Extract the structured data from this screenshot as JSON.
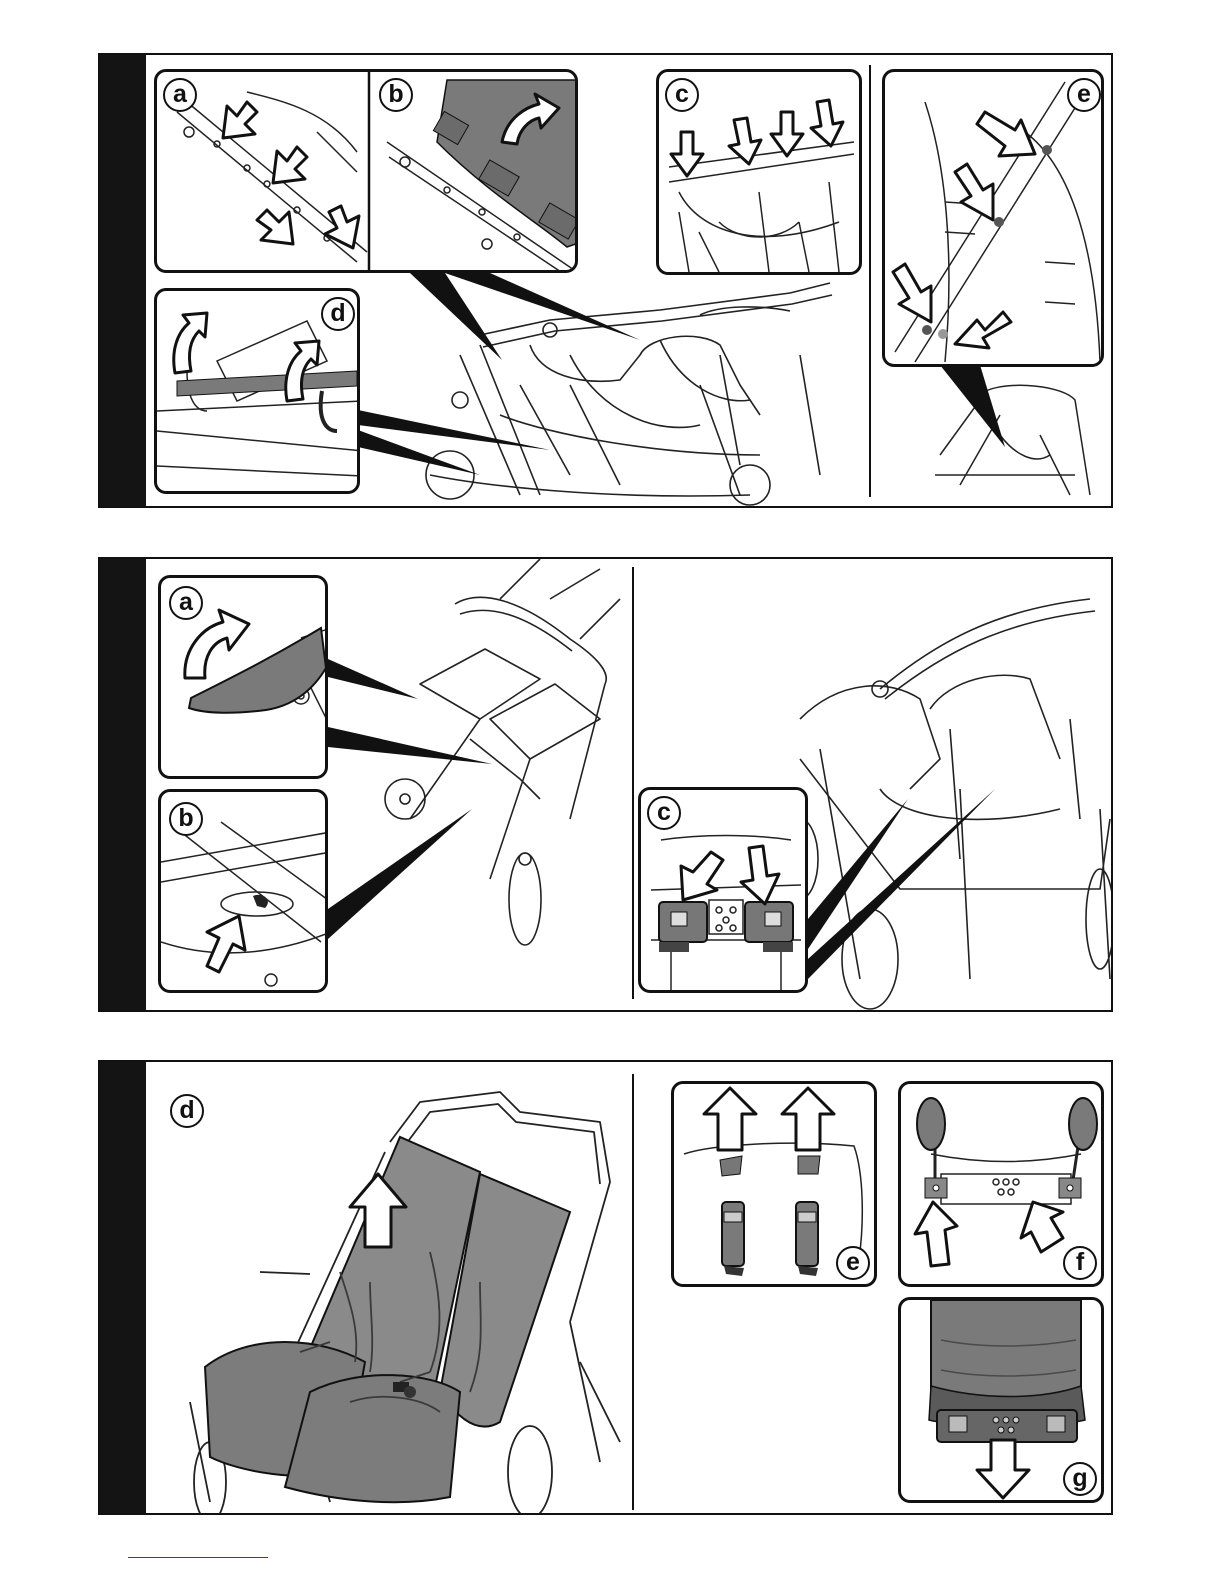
{
  "page": {
    "panels": [
      {
        "id": "step-panel-1",
        "labels": [
          "a",
          "b",
          "c",
          "d",
          "e"
        ]
      },
      {
        "id": "step-panel-2",
        "labels": [
          "a",
          "b",
          "c"
        ]
      },
      {
        "id": "step-panel-3",
        "labels": [
          "d",
          "e",
          "f",
          "g"
        ]
      }
    ]
  },
  "colors": {
    "line": "#111111",
    "fabric_gray": "#8a8a8a",
    "fabric_dark": "#6f6f6f",
    "bar": "#141414",
    "footer_link": "#2b3fa8"
  },
  "icons": [
    "arrow-icon",
    "stroller-illustration",
    "pointer-wedge"
  ]
}
